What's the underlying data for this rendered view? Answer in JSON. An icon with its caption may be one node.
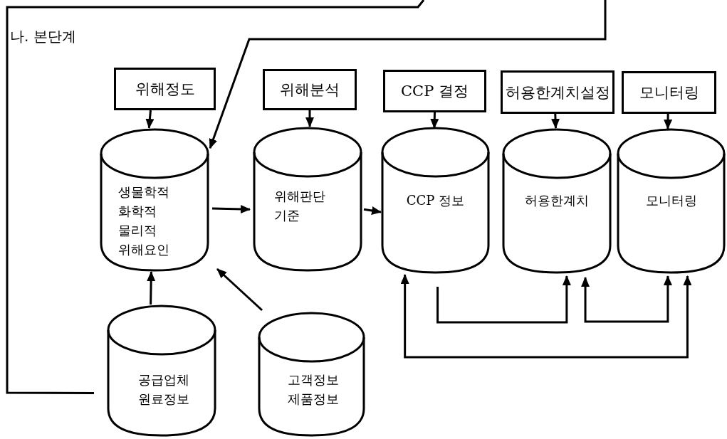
{
  "diagram": {
    "nodes": [
      {
        "text": [
          "위해정도"
        ]
      },
      {
        "text": [
          "위해분석"
        ]
      },
      {
        "text": [
          "CCP 결정"
        ]
      },
      {
        "text": [
          "허용한계치설정"
        ]
      },
      {
        "text": [
          "모니터링"
        ]
      },
      {
        "text": [
          "생물학적 화학적 물리적 위해요인"
        ]
      },
      {
        "text": [
          "위해판단 기준"
        ]
      },
      {
        "text": [
          "CCP 정보"
        ]
      },
      {
        "text": [
          "허용한계치"
        ]
      },
      {
        "text": [
          "모니터링"
        ]
      },
      {
        "text": [
          "공급업체 원료정보"
        ]
      },
      {
        "text": [
          "고객정보 제품정보"
        ]
      }
    ],
    "edges": [
      {
        "from": 0,
        "to": 5,
        "arrow": "to"
      },
      {
        "from": 1,
        "to": 6,
        "arrow": "to"
      },
      {
        "from": 2,
        "to": 7,
        "arrow": "to"
      },
      {
        "from": 3,
        "to": 8,
        "arrow": "to"
      },
      {
        "from": 4,
        "to": 9,
        "arrow": "to"
      },
      {
        "from": 5,
        "to": 6,
        "arrow": "to"
      },
      {
        "from": 6,
        "to": 7,
        "arrow": "to"
      },
      {
        "from": 10,
        "to": 5,
        "arrow": "to"
      },
      {
        "from": 11,
        "to": 5,
        "arrow": "to"
      },
      {
        "from": 7,
        "to": 8,
        "arrow": "to"
      },
      {
        "from": 8,
        "to": 9,
        "arrow": "both"
      },
      {
        "from": 7,
        "to": 9,
        "arrow": "both"
      },
      {
        "from": null,
        "to": 5,
        "arrow": "to"
      },
      {
        "from": null,
        "to": 10,
        "arrow": "none"
      }
    ],
    "labels": [
      "나. 본단계"
    ]
  }
}
